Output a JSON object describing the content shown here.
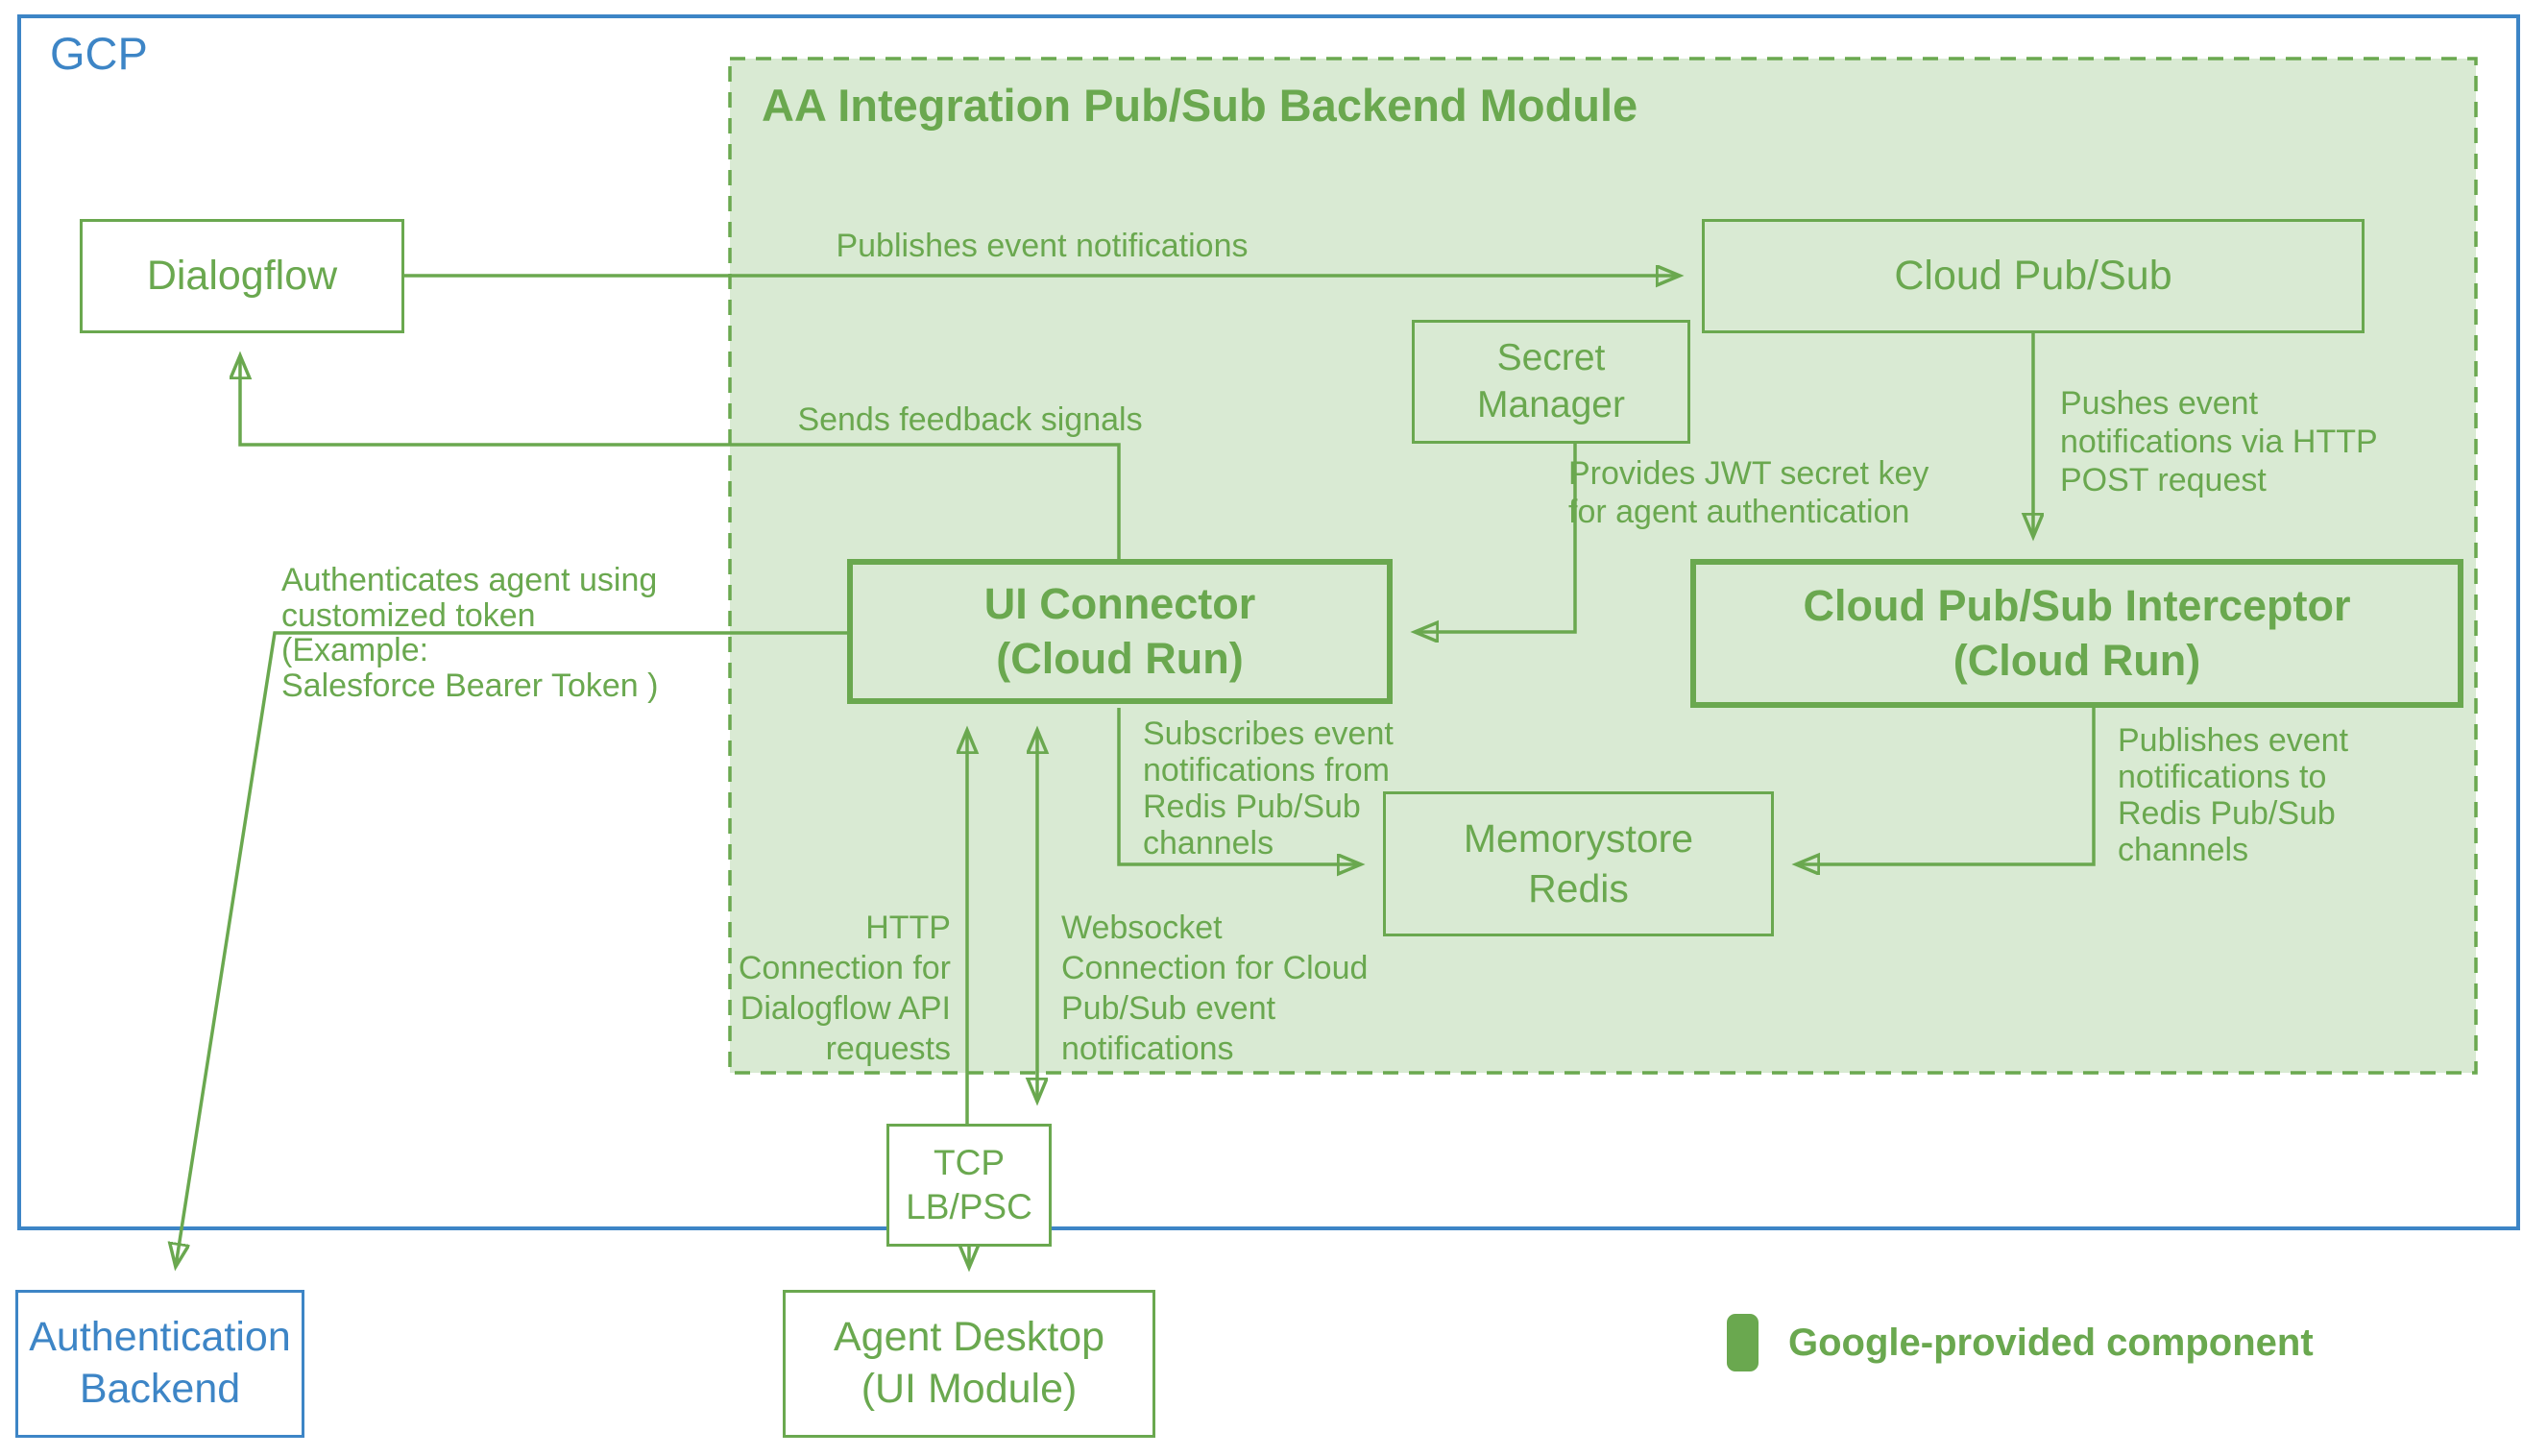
{
  "colors": {
    "green_accent": "#6aa84f",
    "green_fill": "#d9ead3",
    "blue_accent": "#3d85c6",
    "white": "#ffffff"
  },
  "gcp": {
    "label": "GCP"
  },
  "module": {
    "title": "AA Integration Pub/Sub Backend Module"
  },
  "nodes": {
    "dialogflow": {
      "label": "Dialogflow"
    },
    "cloud_pubsub": {
      "label": "Cloud Pub/Sub"
    },
    "secret_manager": {
      "label": "Secret\nManager"
    },
    "ui_connector": {
      "label": "UI Connector\n(Cloud Run)"
    },
    "interceptor": {
      "label": "Cloud Pub/Sub Interceptor\n(Cloud Run)"
    },
    "memorystore": {
      "label": "Memorystore\nRedis"
    },
    "tcp_lb": {
      "label": "TCP\nLB/PSC"
    },
    "agent_desktop": {
      "label": "Agent Desktop\n(UI Module)"
    },
    "auth_backend": {
      "label": "Authentication\nBackend"
    }
  },
  "edges": {
    "publishes": {
      "label": "Publishes event notifications"
    },
    "feedback": {
      "label": "Sends feedback signals"
    },
    "authenticates": {
      "label": "Authenticates agent using\ncustomized token\n(Example:\nSalesforce Bearer Token )"
    },
    "jwt": {
      "label": "Provides JWT secret key\nfor agent authentication"
    },
    "pushes": {
      "label": "Pushes event\nnotifications via HTTP\nPOST request"
    },
    "subscribes": {
      "label": "Subscribes event\nnotifications from\nRedis Pub/Sub\nchannels"
    },
    "int_publishes": {
      "label": "Publishes event\nnotifications to\nRedis Pub/Sub\nchannels"
    },
    "http_conn": {
      "label": "HTTP\nConnection for\nDialogflow API\nrequests"
    },
    "ws_conn": {
      "label": "Websocket\nConnection for Cloud\nPub/Sub event\nnotifications"
    }
  },
  "legend": {
    "label": "Google-provided component"
  }
}
